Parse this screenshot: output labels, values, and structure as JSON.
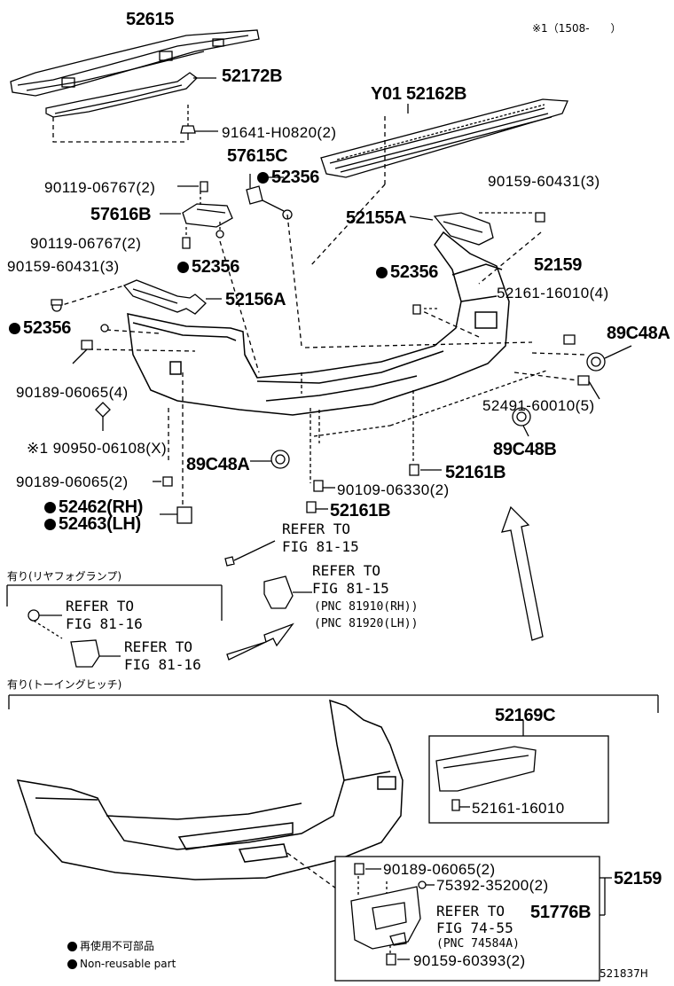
{
  "diagram": {
    "ref_code": "521837H",
    "note_top_right": "※1（1508-　　）",
    "parts": {
      "p52615": "52615",
      "p52172B": "52172B",
      "p91641": "91641-H0820(2)",
      "pY01": "Y01 52162B",
      "p57615C": "57615C",
      "p52356_a": "52356",
      "p90119_a": "90119-06767(2)",
      "p90159_a": "90159-60431(3)",
      "p57616B": "57616B",
      "p52155A": "52155A",
      "p90119_b": "90119-06767(2)",
      "p52356_b": "52356",
      "p52159_top": "52159",
      "p90159_b": "90159-60431(3)",
      "p52356_c": "52356",
      "p52161_a": "52161-16010(4)",
      "p52156A": "52156A",
      "p52356_d": "52356",
      "p89C48A_r": "89C48A",
      "p90189_a": "90189-06065(4)",
      "p52491": "52491-60010(5)",
      "p90950": "※1 90950-06108(X)",
      "p89C48B": "89C48B",
      "p89C48A_l": "89C48A",
      "p52161B_a": "52161B",
      "p90189_b": "90189-06065(2)",
      "p90109": "90109-06330(2)",
      "p52462": "52462(RH)",
      "p52463": "52463(LH)",
      "p52161B_b": "52161B"
    },
    "refers": {
      "r1_line1": "REFER TO",
      "r1_line2": "FIG 81-15",
      "r2_line1": "REFER TO",
      "r2_line2": "FIG 81-15",
      "r2_pnc1": "(PNC 81910(RH))",
      "r2_pnc2": "(PNC 81920(LH))",
      "r3_line1": "REFER TO",
      "r3_line2": "FIG 81-16",
      "r4_line1": "REFER TO",
      "r4_line2": "FIG 81-16"
    },
    "section_fog": "有り(リヤフォグランプ)",
    "section_hitch": "有り(トーイングヒッチ)",
    "hitch": {
      "p52169C": "52169C",
      "p52161_b": "52161-16010",
      "p90189_c": "90189-06065(2)",
      "p75392": "75392-35200(2)",
      "p52159_bottom": "52159",
      "refer_line1": "REFER TO",
      "refer_line2": "FIG 74-55",
      "refer_pnc": "(PNC 74584A)",
      "p51776B": "51776B",
      "p90159_c": "90159-60393(2)"
    },
    "legend": {
      "jp": "再使用不可部品",
      "en": "Non-reusable part"
    }
  }
}
